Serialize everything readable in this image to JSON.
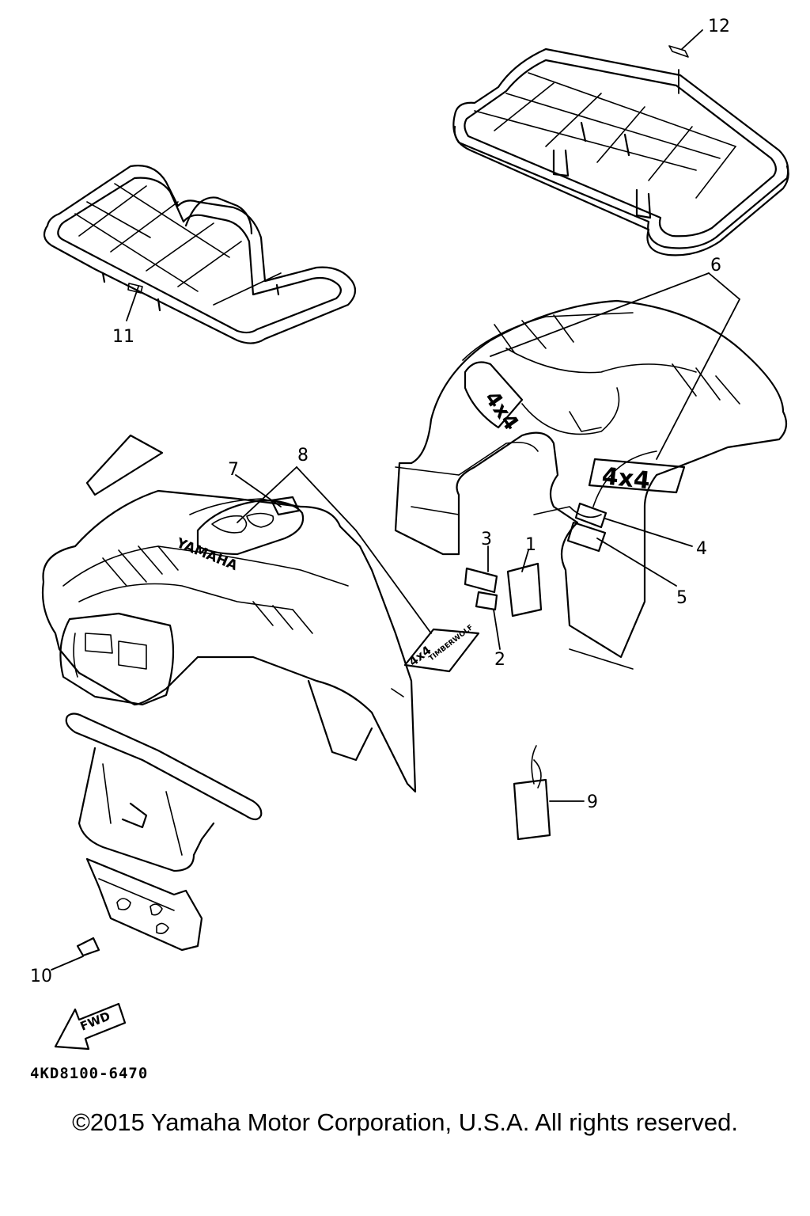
{
  "callouts": [
    {
      "id": "c1",
      "text": "1"
    },
    {
      "id": "c2",
      "text": "2"
    },
    {
      "id": "c3",
      "text": "3"
    },
    {
      "id": "c4",
      "text": "4"
    },
    {
      "id": "c5",
      "text": "5"
    },
    {
      "id": "c6",
      "text": "6"
    },
    {
      "id": "c7",
      "text": "7"
    },
    {
      "id": "c8",
      "text": "8"
    },
    {
      "id": "c9",
      "text": "9"
    },
    {
      "id": "c10",
      "text": "10"
    },
    {
      "id": "c11",
      "text": "11"
    },
    {
      "id": "c12",
      "text": "12"
    }
  ],
  "decals": {
    "brand_text": "YAMAHA",
    "four_by_four_text": "4x4",
    "model_text": "TIMBERWOLF",
    "forward_arrow_text": "FWD"
  },
  "footer": {
    "part_code": "4KD8100-6470",
    "copyright": "©2015 Yamaha Motor Corporation, U.S.A. All rights reserved."
  }
}
